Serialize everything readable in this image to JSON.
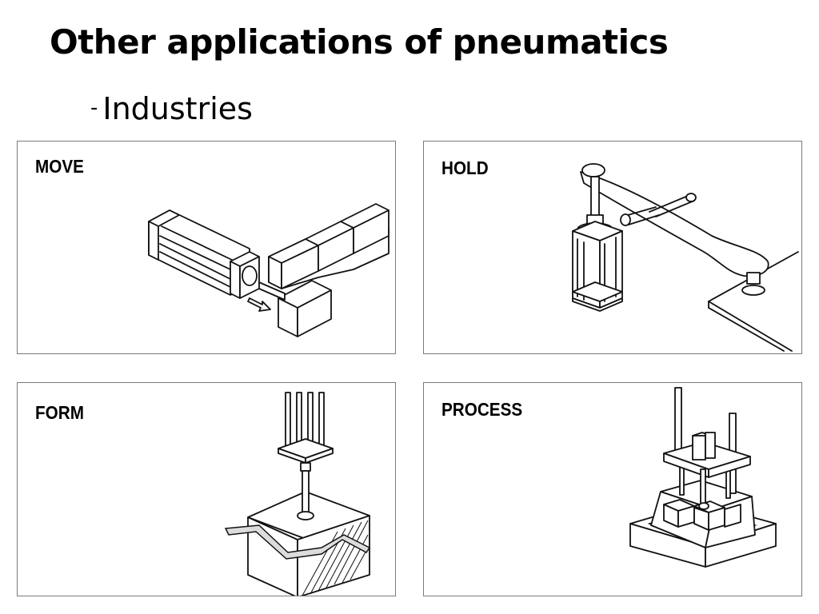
{
  "slide": {
    "title": "Other applications of pneumatics",
    "subtitle_dash": "-",
    "subtitle": "Industries"
  },
  "panels": {
    "move": {
      "label": "MOVE"
    },
    "hold": {
      "label": "HOLD"
    },
    "form": {
      "label": "FORM"
    },
    "process": {
      "label": "PROCESS"
    }
  }
}
